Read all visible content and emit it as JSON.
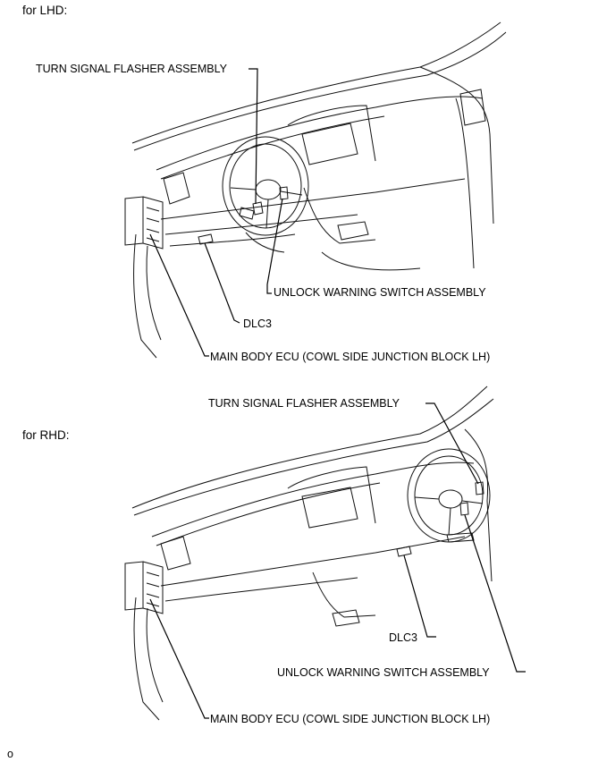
{
  "sections": [
    {
      "heading": "for LHD:",
      "labels": {
        "flasher": "TURN SIGNAL FLASHER ASSEMBLY",
        "unlock": "UNLOCK WARNING SWITCH ASSEMBLY",
        "dlc3": "DLC3",
        "ecu": "MAIN BODY ECU (COWL SIDE JUNCTION BLOCK LH)"
      }
    },
    {
      "heading": "for RHD:",
      "labels": {
        "flasher": "TURN SIGNAL FLASHER ASSEMBLY",
        "dlc3": "DLC3",
        "unlock": "UNLOCK WARNING SWITCH ASSEMBLY",
        "ecu": "MAIN BODY ECU (COWL SIDE JUNCTION BLOCK LH)"
      }
    }
  ],
  "footer": "o"
}
